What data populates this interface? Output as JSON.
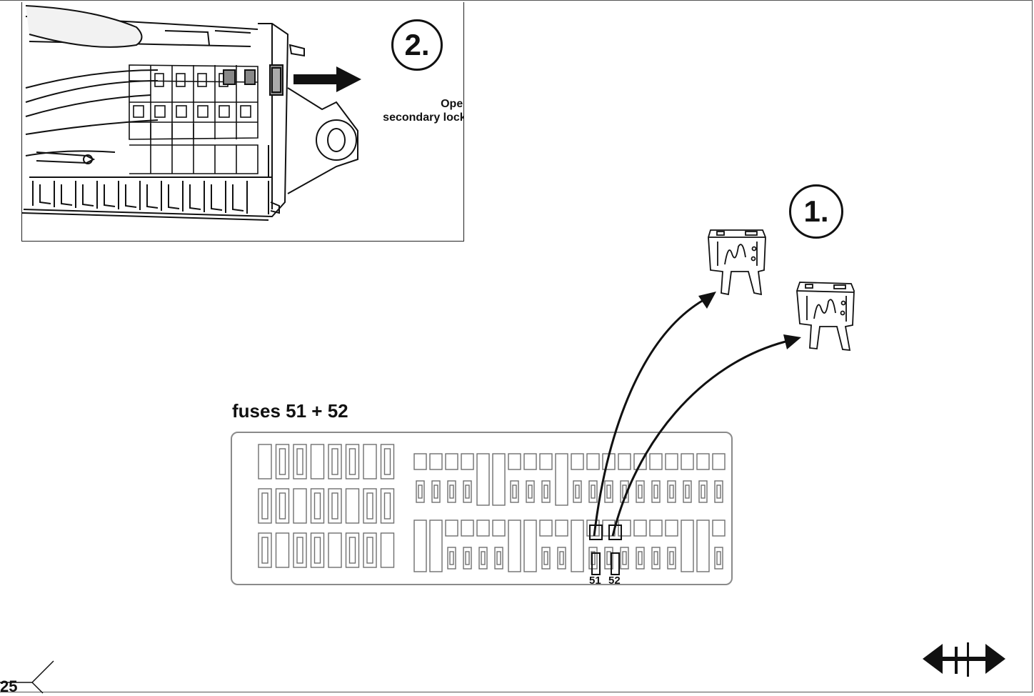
{
  "inset": {
    "step_label": "2.",
    "note_line1": "Open",
    "note_line2": "secondary lock!"
  },
  "main": {
    "step_label": "1.",
    "fuses_title": "fuses 51 + 52",
    "fuse_a_label": "51",
    "fuse_b_label": "52"
  },
  "footer": {
    "page_number": "25"
  },
  "icons": {
    "pull_arrow": "right-arrow-icon",
    "nav": "left-right-arrow-icon"
  },
  "colors": {
    "ink": "#111111",
    "fusebox_outline": "#8a8a8a",
    "slot_gray": "#6f6f6f"
  }
}
